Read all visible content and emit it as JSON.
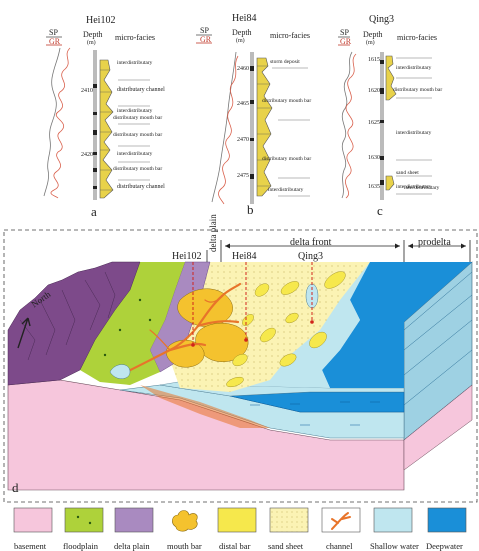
{
  "logs": [
    {
      "well": "Hei102",
      "panel": "a",
      "headers": {
        "sp": "SP",
        "gr": "GR",
        "depth": "Depth",
        "depth_unit": "(m)",
        "facies": "micro-facies"
      },
      "depth_ticks": [
        "2410",
        "2420"
      ],
      "facies": [
        "interdistributary",
        "distributary channel",
        "interdistributary",
        "distributary mouth bar",
        "distributary mouth bar",
        "interdistributary",
        "distributary mouth bar",
        "distributary channel"
      ]
    },
    {
      "well": "Hei84",
      "panel": "b",
      "headers": {
        "sp": "SP",
        "gr": "GR",
        "depth": "Depth",
        "depth_unit": "(m)",
        "facies": "micro-facies"
      },
      "depth_ticks": [
        "2460",
        "2465",
        "2470",
        "2475"
      ],
      "facies": [
        "storm deposit",
        "distributary mouth bar",
        "distributary mouth bar",
        "interdistributary"
      ]
    },
    {
      "well": "Qing3",
      "panel": "c",
      "headers": {
        "sp": "SP",
        "gr": "GR",
        "depth": "Depth",
        "depth_unit": "(m)",
        "facies": "micro-facies"
      },
      "depth_ticks": [
        "1615",
        "1620",
        "1625",
        "1630",
        "1635"
      ],
      "facies": [
        "interdistributary",
        "distributary mouth bar",
        "interdistributary",
        "interdistributary",
        "sand sheet",
        "interdistributary"
      ]
    }
  ],
  "block": {
    "panel": "d",
    "zones": [
      "delta plain",
      "delta front",
      "prodelta"
    ],
    "wells": [
      "Hei102",
      "Hei84",
      "Qing3"
    ],
    "north": "North"
  },
  "legend": [
    {
      "label": "basement",
      "color": "#f6c6dc"
    },
    {
      "label": "floodplain",
      "color": "#aed23a"
    },
    {
      "label": "delta plain",
      "color": "#a98ac0"
    },
    {
      "label": "mouth bar",
      "color": "#f4c22e"
    },
    {
      "label": "distal bar",
      "color": "#f6e84c"
    },
    {
      "label": "sand sheet",
      "color": "#fbf3b4"
    },
    {
      "label": "channel",
      "color": "#e8742a"
    },
    {
      "label": "Shallow water",
      "color": "#bfe6ef"
    },
    {
      "label": "Deepwater",
      "color": "#1a8fd8"
    }
  ]
}
